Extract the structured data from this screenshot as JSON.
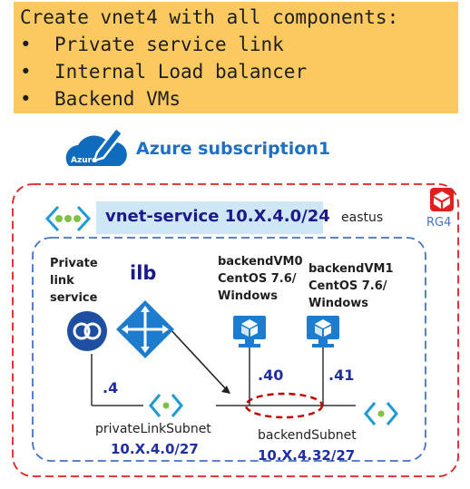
{
  "task": {
    "title": "Create vnet4 with all components:",
    "items": [
      "Private service link",
      "Internal Load balancer",
      "Backend VMs"
    ]
  },
  "subscription": {
    "label": "Azure subscription1",
    "icon_text": "Azure",
    "icon": "azure-cloud-pen-icon"
  },
  "resource_group": {
    "label": "RG4",
    "icon": "resource-group-cube-icon"
  },
  "vnet": {
    "label": "vnet-service 10.X.4.0/24",
    "region": "eastus",
    "icon": "vnet-icon"
  },
  "private_link": {
    "label_lines": [
      "Private",
      "link",
      "service"
    ],
    "icon": "private-link-icon"
  },
  "ilb": {
    "label": "ilb",
    "icon": "load-balancer-icon"
  },
  "vms": [
    {
      "name": "backendVM0",
      "os_lines": [
        "CentOS 7.6/",
        "Windows"
      ],
      "ip": ".40",
      "icon": "vm-monitor-icon"
    },
    {
      "name": "backendVM1",
      "os_lines": [
        "CentOS 7.6/",
        "Windows"
      ],
      "ip": ".41",
      "icon": "vm-monitor-icon"
    }
  ],
  "subnets": [
    {
      "name": "privateLinkSubnet",
      "cidr": "10.X.4.0/27",
      "ip": ".4",
      "icon": "subnet-icon"
    },
    {
      "name": "backendSubnet",
      "cidr": "10.X.4.32/27",
      "icon": "subnet-icon"
    }
  ],
  "colors": {
    "banner": "#fbc960",
    "rg_border": "#e02020",
    "vnet_border": "#4472c4",
    "vnet_header": "#cfe6f7",
    "title_blue": "#1f2fa0",
    "azure_blue": "#0f6cbd"
  }
}
